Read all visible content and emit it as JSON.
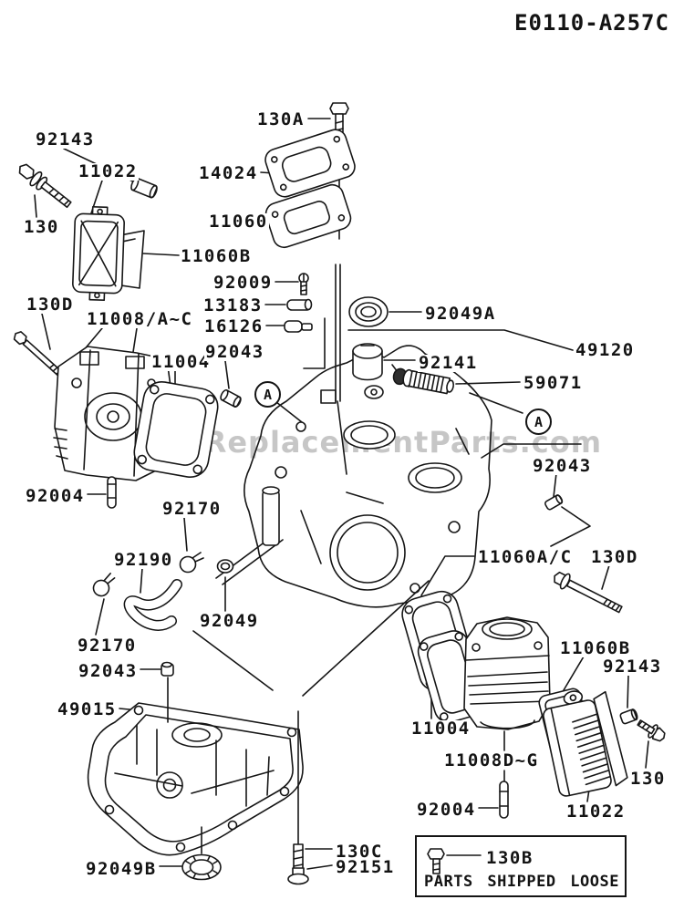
{
  "meta": {
    "diagram_code": "E0110-A257C",
    "watermark": "©eReplacementParts.com"
  },
  "callouts": [
    "92143",
    "11022",
    "130",
    "130A",
    "14024",
    "11060",
    "11060B",
    "92009",
    "13183",
    "16126",
    "92049A",
    "130D",
    "11008/A~C",
    "11004",
    "92043",
    "92141",
    "49120",
    "59071",
    "92004",
    "92170",
    "92190",
    "92049",
    "92170",
    "92043",
    "49015",
    "92043",
    "11060A/C",
    "130D",
    "11060B",
    "92143",
    "11004",
    "11008D~G",
    "130",
    "92004",
    "11022",
    "92049B",
    "130C",
    "92151"
  ],
  "markers": [
    "A",
    "A"
  ],
  "footer_box": {
    "fastener_label": "130B",
    "caption": "PARTS SHIPPED LOOSE"
  }
}
